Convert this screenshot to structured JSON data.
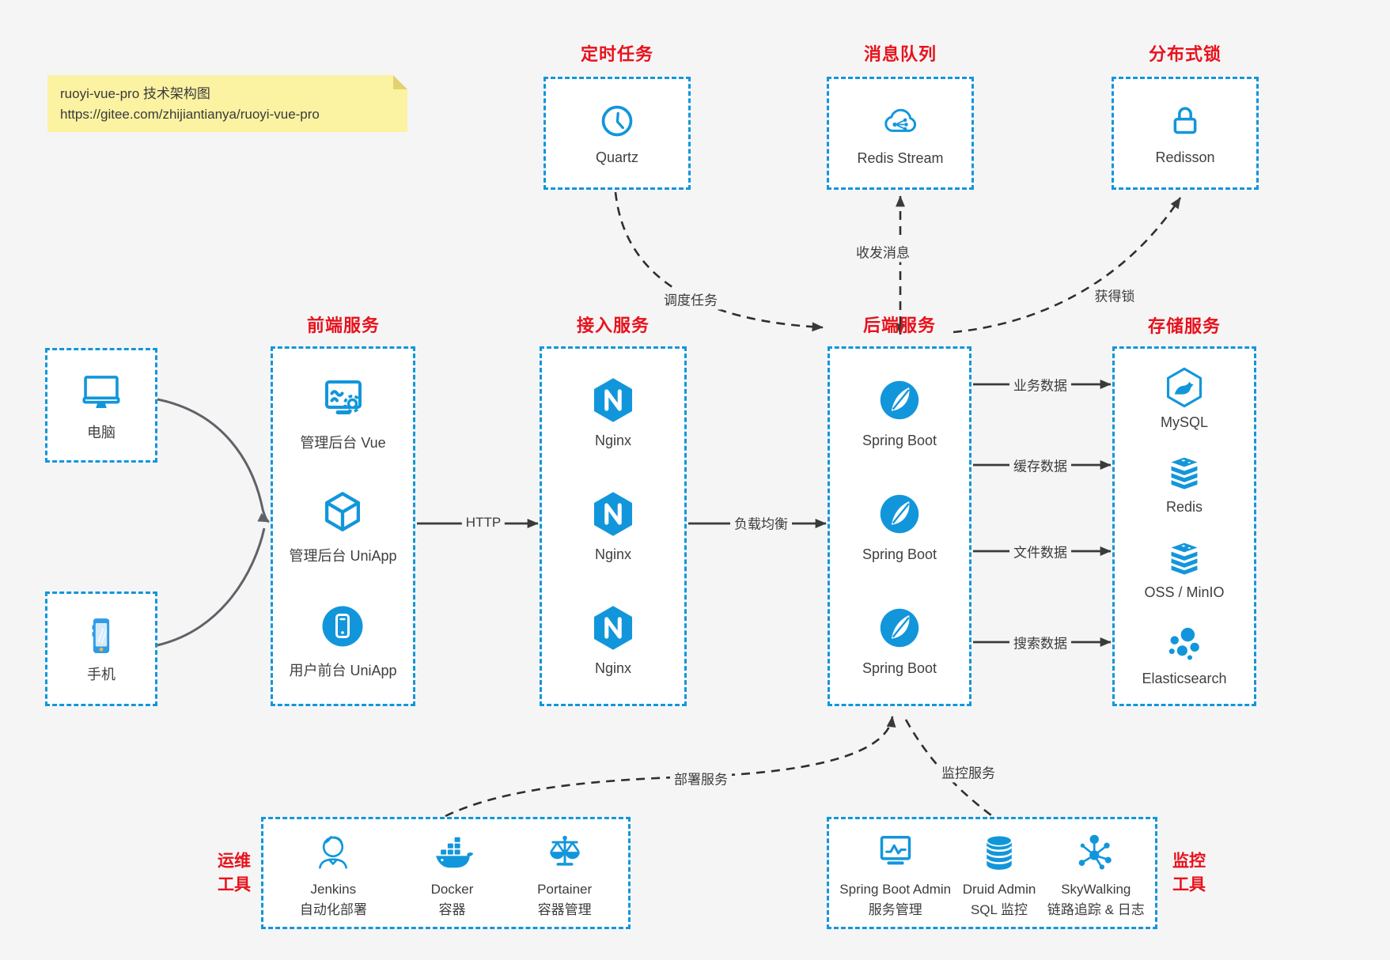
{
  "note": {
    "line1": "ruoyi-vue-pro 技术架构图",
    "line2": "https://gitee.com/zhijiantianya/ruoyi-vue-pro"
  },
  "clients": [
    {
      "label": "电脑",
      "icon": "desktop-icon"
    },
    {
      "label": "手机",
      "icon": "smartphone-icon"
    }
  ],
  "groups": {
    "scheduled": {
      "title": "定时任务",
      "items": [
        {
          "label": "Quartz",
          "icon": "clock-icon"
        }
      ]
    },
    "mq": {
      "title": "消息队列",
      "items": [
        {
          "label": "Redis Stream",
          "icon": "cloud-share-icon"
        }
      ]
    },
    "lock": {
      "title": "分布式锁",
      "items": [
        {
          "label": "Redisson",
          "icon": "padlock-icon"
        }
      ]
    },
    "frontend": {
      "title": "前端服务",
      "items": [
        {
          "label": "管理后台 Vue",
          "icon": "admin-screen-gear-icon"
        },
        {
          "label": "管理后台 UniApp",
          "icon": "cube-icon"
        },
        {
          "label": "用户前台 UniApp",
          "icon": "mobile-circle-icon"
        }
      ]
    },
    "gateway": {
      "title": "接入服务",
      "items": [
        {
          "label": "Nginx",
          "icon": "nginx-icon"
        },
        {
          "label": "Nginx",
          "icon": "nginx-icon"
        },
        {
          "label": "Nginx",
          "icon": "nginx-icon"
        }
      ]
    },
    "backend": {
      "title": "后端服务",
      "items": [
        {
          "label": "Spring Boot",
          "icon": "spring-leaf-icon"
        },
        {
          "label": "Spring Boot",
          "icon": "spring-leaf-icon"
        },
        {
          "label": "Spring Boot",
          "icon": "spring-leaf-icon"
        }
      ]
    },
    "storage": {
      "title": "存储服务",
      "items": [
        {
          "label": "MySQL",
          "icon": "mysql-dolphin-icon"
        },
        {
          "label": "Redis",
          "icon": "layer-stack-icon"
        },
        {
          "label": "OSS / MinIO",
          "icon": "layer-stack-icon"
        },
        {
          "label": "Elasticsearch",
          "icon": "elasticsearch-cluster-icon"
        }
      ]
    },
    "ops": {
      "title_lines": [
        "运维",
        "工具"
      ],
      "items": [
        {
          "name": "Jenkins",
          "desc": "自动化部署",
          "icon": "jenkins-butler-icon"
        },
        {
          "name": "Docker",
          "desc": "容器",
          "icon": "docker-whale-icon"
        },
        {
          "name": "Portainer",
          "desc": "容器管理",
          "icon": "scales-icon"
        }
      ]
    },
    "monitoring": {
      "title_lines": [
        "监控",
        "工具"
      ],
      "items": [
        {
          "name": "Spring Boot Admin",
          "desc": "服务管理",
          "icon": "monitor-pulse-icon"
        },
        {
          "name": "Druid Admin",
          "desc": "SQL 监控",
          "icon": "database-cylinder-icon"
        },
        {
          "name": "SkyWalking",
          "desc": "链路追踪 & 日志",
          "icon": "topology-hub-icon"
        }
      ]
    }
  },
  "edges": {
    "http": "HTTP",
    "load_balance": "负载均衡",
    "schedule": "调度任务",
    "messaging": "收发消息",
    "acquire_lock": "获得锁",
    "business_data": "业务数据",
    "cache_data": "缓存数据",
    "file_data": "文件数据",
    "search_data": "搜索数据",
    "deploy": "部署服务",
    "monitor": "监控服务"
  },
  "colors": {
    "accent_blue": "#1296db",
    "title_red": "#e8121c",
    "canvas_bg": "#f5f5f6",
    "box_bg": "#ffffff",
    "note_bg": "#fbf2a2",
    "arrow_dark": "#3a3a3a",
    "arrow_gray": "#5f6368",
    "label_text": "#3c3c3c"
  }
}
